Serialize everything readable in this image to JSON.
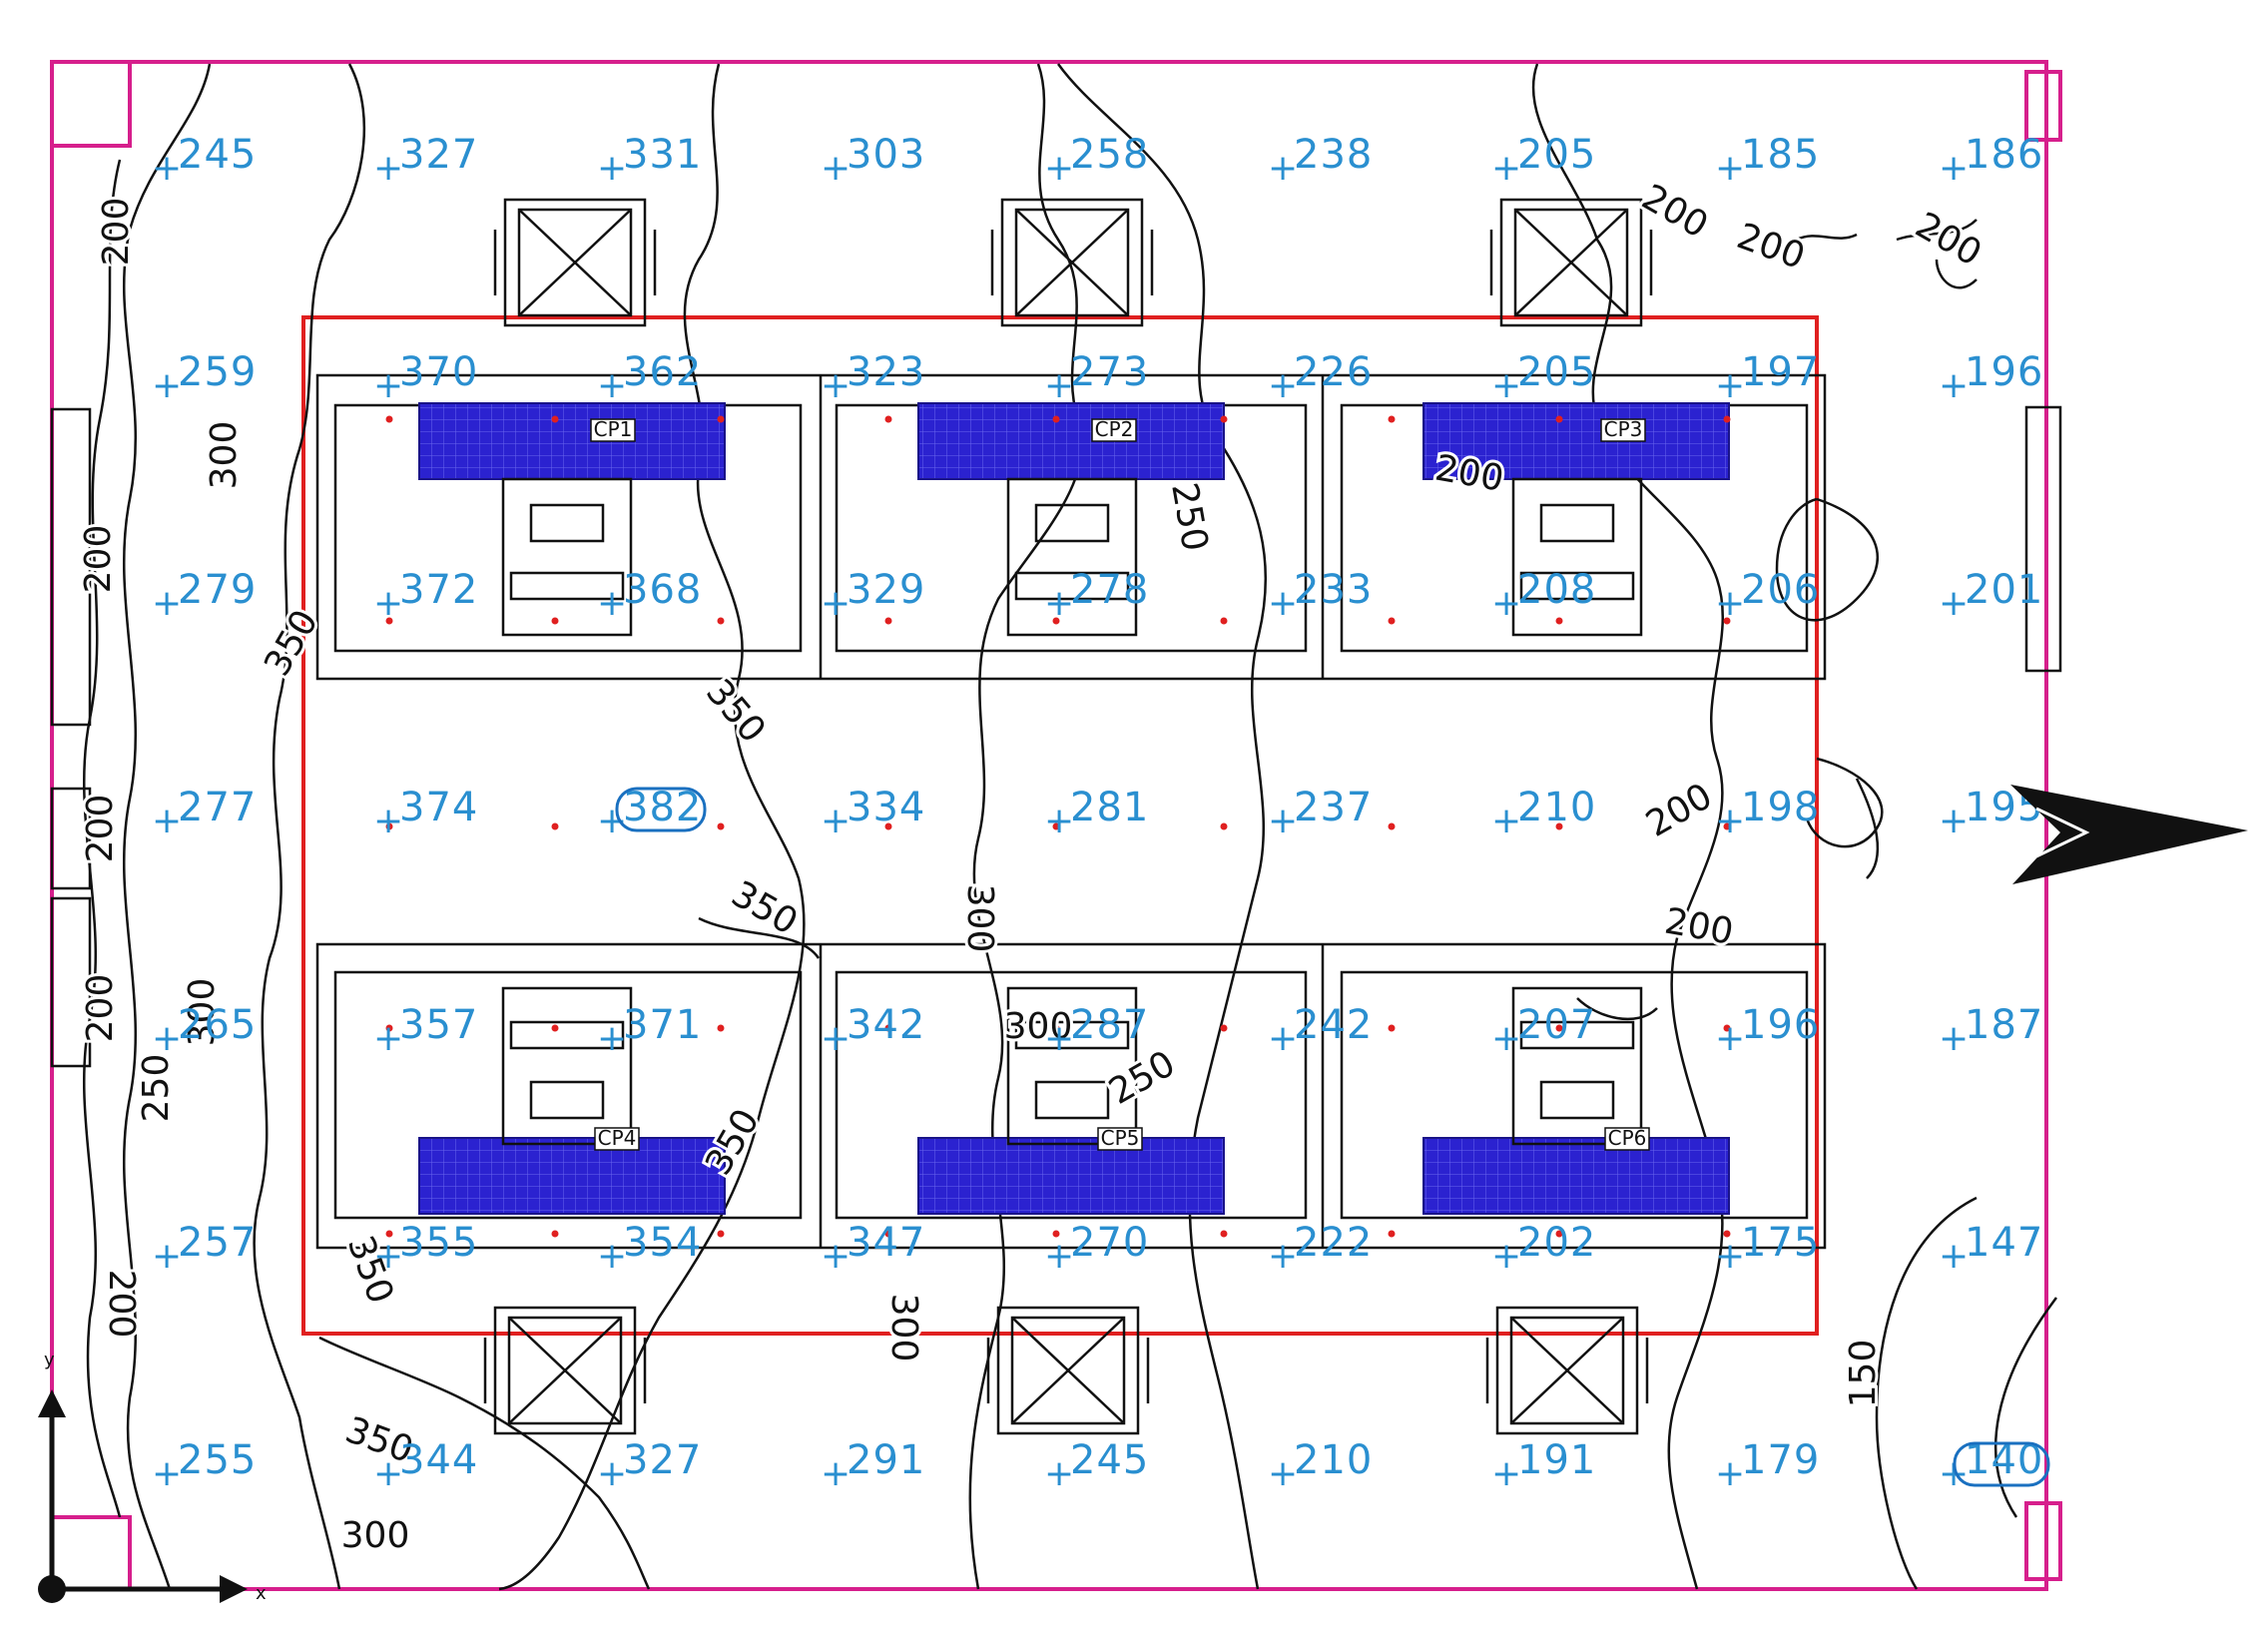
{
  "illuminance_points": {
    "rows": [
      [
        "245",
        "327",
        "331",
        "303",
        "258",
        "238",
        "205",
        "185",
        "186"
      ],
      [
        "259",
        "370",
        "362",
        "323",
        "273",
        "226",
        "205",
        "197",
        "196"
      ],
      [
        "279",
        "372",
        "368",
        "329",
        "278",
        "233",
        "208",
        "206",
        "201"
      ],
      [
        "277",
        "374",
        "382",
        "334",
        "281",
        "237",
        "210",
        "198",
        "195"
      ],
      [
        "265",
        "357",
        "371",
        "342",
        "287",
        "242",
        "207",
        "196",
        "187"
      ],
      [
        "257",
        "355",
        "354",
        "347",
        "270",
        "222",
        "202",
        "175",
        "147"
      ],
      [
        "255",
        "344",
        "327",
        "291",
        "245",
        "210",
        "191",
        "179",
        "140"
      ]
    ],
    "highlighted": [
      "382",
      "140"
    ]
  },
  "contour_labels": [
    "200",
    "200",
    "200",
    "200",
    "200",
    "200",
    "200",
    "200",
    "200",
    "200",
    "200",
    "250",
    "250",
    "250",
    "300",
    "300",
    "300",
    "300",
    "300",
    "300",
    "350",
    "350",
    "350",
    "350",
    "350",
    "350",
    "150"
  ],
  "cabinets": [
    "CP1",
    "CP2",
    "CP3",
    "CP4",
    "CP5",
    "CP6"
  ],
  "axes": {
    "x": "x",
    "y": "y"
  },
  "colors": {
    "wall": "#d61f8c",
    "calc_area": "#e02020",
    "values": "#2a8fd0",
    "cabinet_fill": "#2b22d0",
    "contours": "#111111"
  }
}
